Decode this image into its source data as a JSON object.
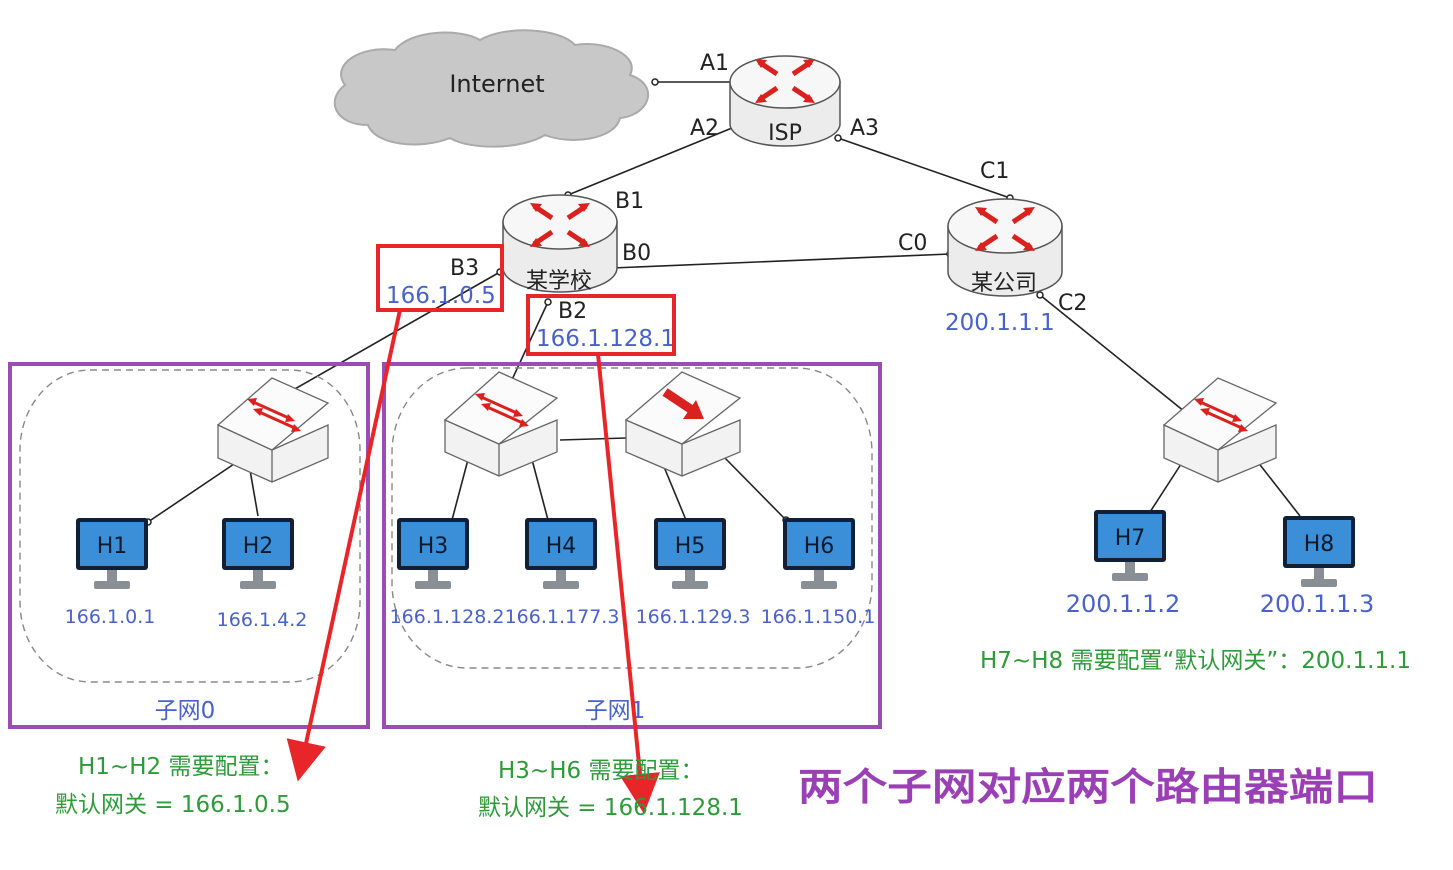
{
  "cloud": {
    "label": "Internet"
  },
  "isp": {
    "name": "ISP",
    "ports": {
      "a1": "A1",
      "a2": "A2",
      "a3": "A3"
    }
  },
  "school": {
    "name": "某学校",
    "ports": {
      "b0": "B0",
      "b1": "B1",
      "b2": "B2",
      "b3": "B3"
    },
    "b3_ip": "166.1.0.5",
    "b2_ip": "166.1.128.1"
  },
  "company": {
    "name": "某公司",
    "ports": {
      "c0": "C0",
      "c1": "C1",
      "c2": "C2"
    },
    "ip": "200.1.1.1"
  },
  "hosts": [
    {
      "name": "H1",
      "ip": "166.1.0.1"
    },
    {
      "name": "H2",
      "ip": "166.1.4.2"
    },
    {
      "name": "H3",
      "ip": "166.1.128.2"
    },
    {
      "name": "H4",
      "ip": "166.1.177.3"
    },
    {
      "name": "H5",
      "ip": "166.1.129.3"
    },
    {
      "name": "H6",
      "ip": "166.1.150.1"
    },
    {
      "name": "H7",
      "ip": "200.1.1.2"
    },
    {
      "name": "H8",
      "ip": "200.1.1.3"
    }
  ],
  "subnets": {
    "s0": "子网0",
    "s1": "子网1"
  },
  "notes": {
    "h7h8": "H7~H8 需要配置“默认网关”：200.1.1.1",
    "h1h2_line1": "H1~H2 需要配置：",
    "h1h2_line2": "默认网关 = 166.1.0.5",
    "h3h6_line1": "H3~H6 需要配置：",
    "h3h6_line2": "默认网关 = 166.1.128.1"
  },
  "headline": "两个子网对应两个路由器端口",
  "colors": {
    "highlight": "#e8262a",
    "subnet_box": "#9b4cb5",
    "ip_text": "#4a62c8",
    "note_text": "#2e9a3a",
    "headline": "#9b3fb5",
    "host_screen": "#3b8fd8"
  }
}
